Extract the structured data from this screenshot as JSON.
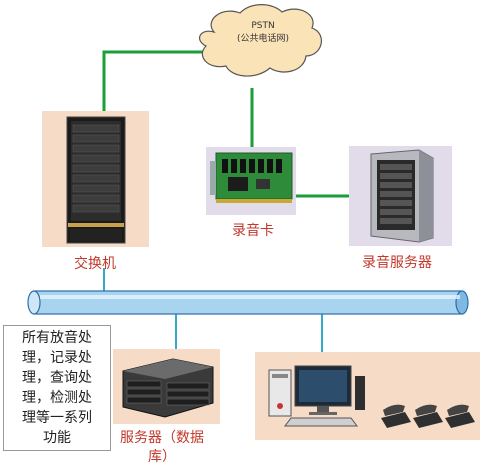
{
  "pstn": {
    "line1": "PSTN",
    "line2": "(公共电话网)"
  },
  "nodes": {
    "switch_label": "交换机",
    "card_label": "录音卡",
    "server_label": "录音服务器",
    "db_server_label_line1": "服务器（数据",
    "db_server_label_line2": "库）"
  },
  "description": {
    "lines": [
      "所有放音处",
      "理，记录处",
      "理，查询处",
      "理，检测处",
      "理等一系列",
      "功能"
    ]
  },
  "colors": {
    "link_green": "#1a9e3a",
    "link_cyan": "#33aacc",
    "label_red": "#c0392b",
    "panel_peach": "#f6dcc6",
    "panel_lavender": "#e2dbea",
    "bus_blue": "#a9d4f0"
  }
}
